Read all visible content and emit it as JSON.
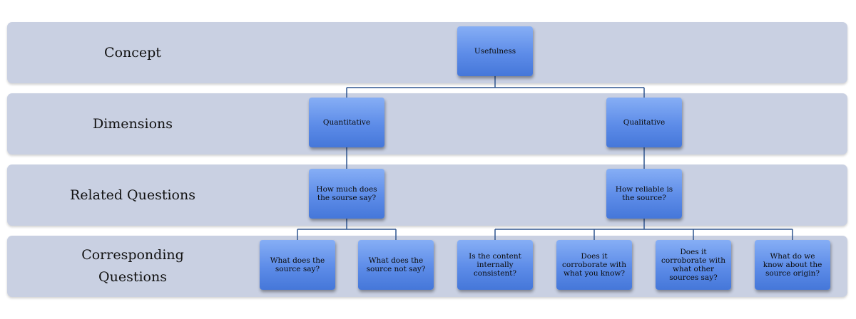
{
  "rows": [
    {
      "label": "Concept"
    },
    {
      "label": "Dimensions"
    },
    {
      "label": "Related Questions"
    },
    {
      "label": "Corresponding\nQuestions"
    }
  ],
  "nodes": {
    "concept": "Usefulness",
    "quantitative": "Quantitative",
    "qualitative": "Qualitative",
    "how_much": "How much does the sourse say?",
    "how_reliable": "How reliable is the source?",
    "what_say": "What does the source say?",
    "what_not_say": "What does the source not say?",
    "internally_consistent": "Is the content internally consistent?",
    "corroborate_know": "Does it corroborate with what you know?",
    "corroborate_other": "Does it corroborate with what other sources say?",
    "source_origin": "What do we know about the source origin?"
  },
  "colors": {
    "band": "#c9d0e2",
    "node": "#5d8ce8",
    "connector": "#2f558f"
  }
}
